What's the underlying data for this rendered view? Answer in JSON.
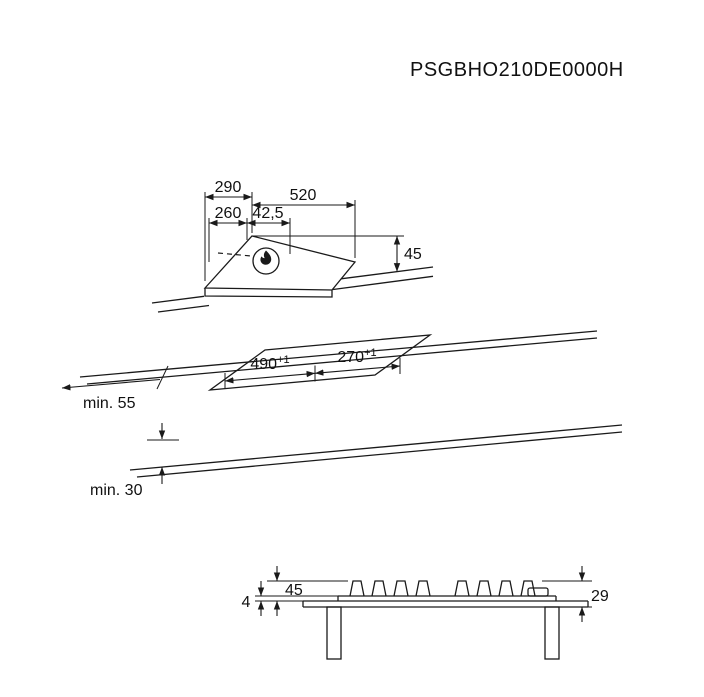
{
  "product_code": "PSGBHO210DE0000H",
  "colors": {
    "line": "#1a1a1a",
    "text": "#111111",
    "background": "#ffffff"
  },
  "top_view": {
    "width_mm": "290",
    "depth_mm": "520",
    "burner_offset_mm": "260",
    "burner_side_offset_mm": "42,5",
    "height_above_worktop_mm": "45"
  },
  "cutout_view": {
    "cutout_depth_mm": "490",
    "cutout_depth_tol": "+1",
    "cutout_width_mm": "270",
    "cutout_width_tol": "+1",
    "min_edge_distance": "min. 55",
    "min_clearance_below": "min. 30"
  },
  "side_view": {
    "support_height_mm": "45",
    "profile_height_mm": "4",
    "depth_below_mm": "29"
  }
}
